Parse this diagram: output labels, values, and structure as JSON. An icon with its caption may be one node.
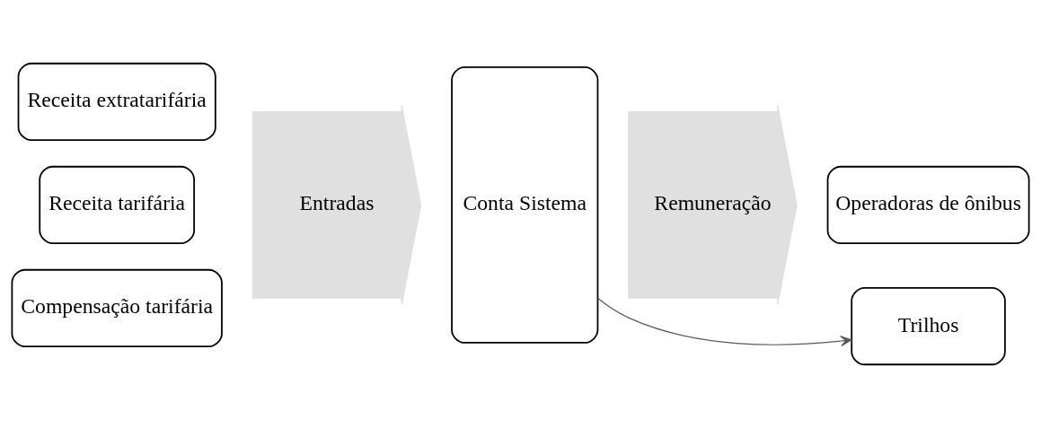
{
  "diagram": {
    "nodes": [
      {
        "text": [
          "Compensação tarifária"
        ]
      },
      {
        "text": [
          "Receita tarifária"
        ]
      },
      {
        "text": [
          "Receita extratarifária"
        ]
      },
      {
        "text": [
          "Entradas"
        ]
      },
      {
        "text": [
          "Conta Sistema"
        ]
      },
      {
        "text": [
          "Remuneração"
        ]
      },
      {
        "text": [
          "Operadoras de ônibus"
        ]
      },
      {
        "text": [
          "Trilhos"
        ]
      }
    ],
    "edges": [
      {
        "from": 4,
        "to": 7,
        "arrow": "to",
        "color": "#595959"
      }
    ]
  }
}
